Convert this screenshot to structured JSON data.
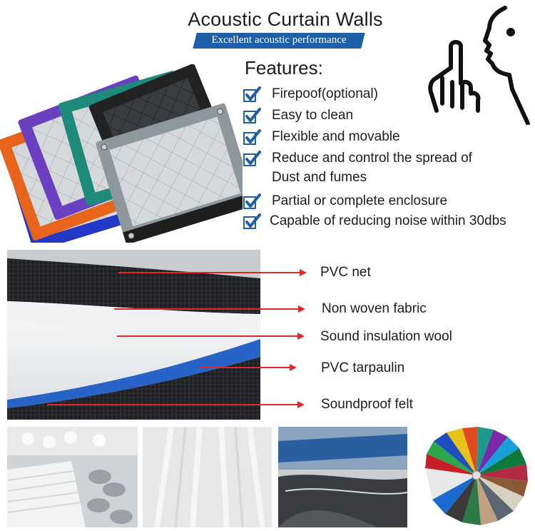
{
  "header": {
    "title": "Acoustic Curtain Walls",
    "subtitle": "Excellent acoustic performance"
  },
  "features": {
    "heading": "Features:",
    "items": [
      "Firepoof(optional)",
      "Easy to clean",
      "Flexible and movable",
      "Reduce and control the spread of",
      "Dust and fumes",
      "Partial or complete enclosure",
      "Capable of reducing noise within 30dbs"
    ]
  },
  "layers": {
    "labels": [
      "PVC net",
      "Non woven fabric",
      "Sound insulation wool",
      "PVC tarpaulin",
      "Soundproof felt"
    ]
  },
  "colors": {
    "accent_blue": "#1f5fa8",
    "arrow_red": "#e0282a",
    "pad_orange": "#e8641c",
    "pad_purple": "#6a3fc0",
    "pad_teal": "#1e8a7a",
    "pad_black": "#222222",
    "pad_grey": "#8e979c",
    "pad_blue": "#2438c8"
  },
  "icons": {
    "checkmark": "check-icon",
    "silence": "silence-gesture-icon"
  }
}
